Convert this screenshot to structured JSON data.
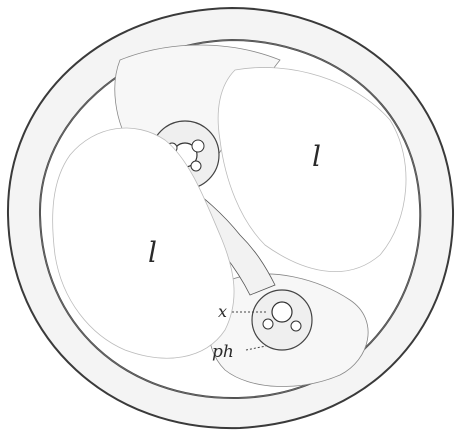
{
  "figure": {
    "labels": {
      "lacuna_right": "l",
      "lacuna_left": "l",
      "xylem": "x",
      "phloem": "ph"
    }
  }
}
